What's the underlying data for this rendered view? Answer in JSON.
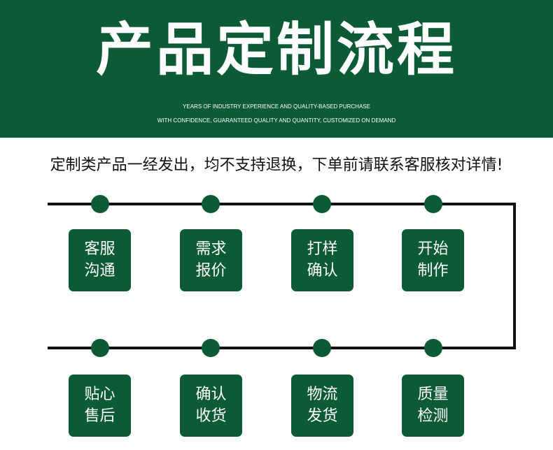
{
  "header": {
    "title": "产品定制流程",
    "subtitle_line1": "YEARS OF INDUSTRY EXPERIENCE AND QUALITY-BASED PURCHASE",
    "subtitle_line2": "WITH CONFIDENCE, GUARANTEED QUALITY AND QUANTITY, CUSTOMIZED ON DEMAND"
  },
  "notice": "定制类产品一经发出，均不支持退换，下单前请联系客服核对详情!",
  "colors": {
    "brand_green": "#0d5a36",
    "line": "#111111"
  },
  "steps": [
    {
      "line1": "客服",
      "line2": "沟通"
    },
    {
      "line1": "需求",
      "line2": "报价"
    },
    {
      "line1": "打样",
      "line2": "确认"
    },
    {
      "line1": "开始",
      "line2": "制作"
    },
    {
      "line1": "贴心",
      "line2": "售后"
    },
    {
      "line1": "确认",
      "line2": "收货"
    },
    {
      "line1": "物流",
      "line2": "发货"
    },
    {
      "line1": "质量",
      "line2": "检测"
    }
  ]
}
